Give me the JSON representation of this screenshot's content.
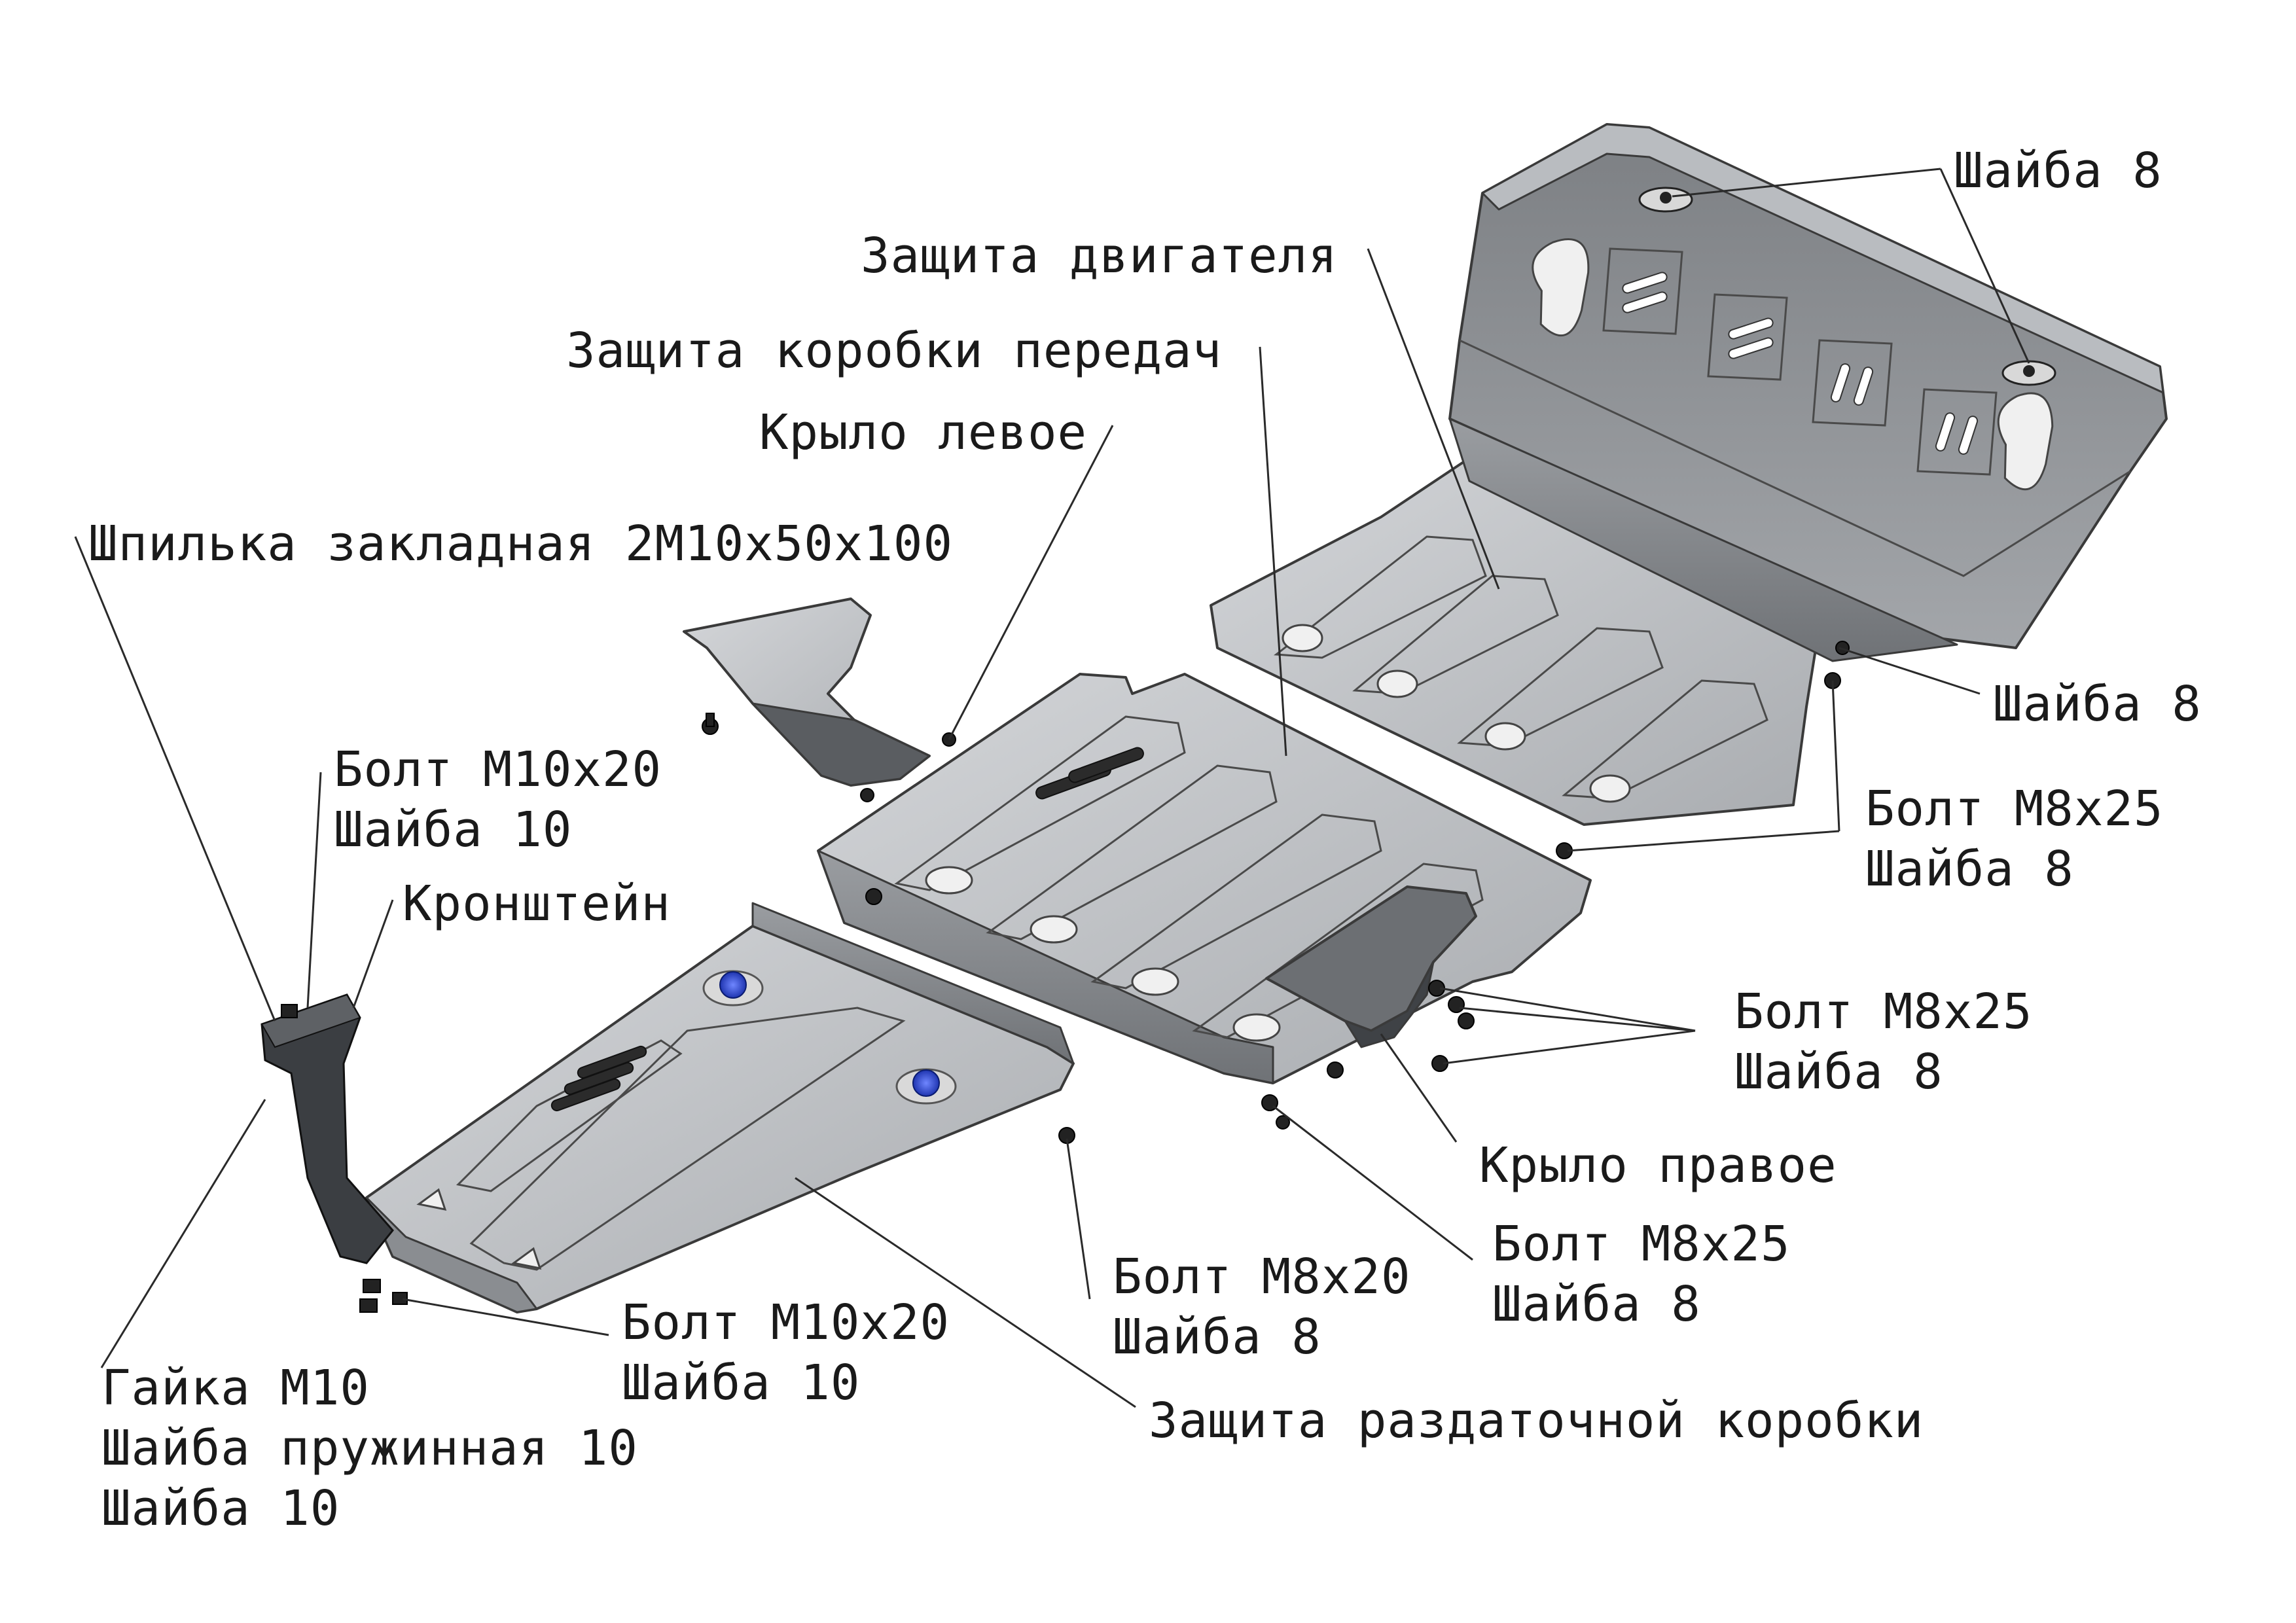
{
  "labels": {
    "shaiba8_top": "Шайба 8",
    "zashchita_dvigatelya": "Защита двигателя",
    "zashchita_kpp": "Защита коробки передач",
    "krylo_levoe": "Крыло левое",
    "shpilka": "Шпилька закладная 2М10х50х100",
    "shaiba8_right": "Шайба 8",
    "bolt_m10x20_a": "Болт М10х20",
    "shaiba10_a": "Шайба 10",
    "kronshtein": "Кронштейн",
    "bolt_m8x25_a": "Болт М8х25",
    "shaiba8_a": "Шайба 8",
    "bolt_m8x25_b": "Болт М8х25",
    "shaiba8_b": "Шайба 8",
    "krylo_pravoe": "Крыло правое",
    "bolt_m8x25_c": "Болт М8х25",
    "shaiba8_c": "Шайба 8",
    "bolt_m8x20": "Болт М8х20",
    "shaiba8_d": "Шайба 8",
    "bolt_m10x20_b": "Болт М10х20",
    "shaiba10_b": "Шайба 10",
    "zashchita_razdatki": "Защита раздаточной коробки",
    "gaika_m10": "Гайка М10",
    "shaiba_pruzhinnaya": "Шайба пружинная 10",
    "shaiba10_c": "Шайба 10"
  },
  "colors": {
    "plate_top": "#c2c4c7",
    "plate_side": "#8d9094",
    "plate_dark": "#55585c",
    "accent_blue": "#2f4fd8",
    "line": "#2a2a2a"
  }
}
